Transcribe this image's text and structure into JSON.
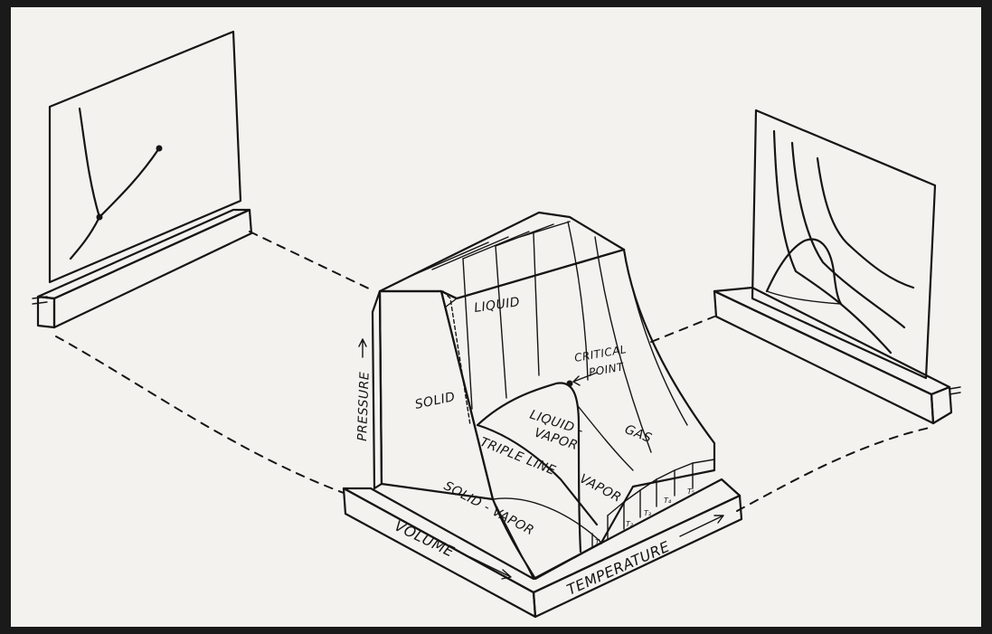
{
  "colors": {
    "background": "#f3f2ee",
    "border": "#1a1a1a",
    "ink": "#151515",
    "surface_face": "#fbfbf8"
  },
  "labels": {
    "liquid": "LIQUID",
    "solid": "SOLID",
    "critical_point_1": "CRITICAL",
    "critical_point_2": "POINT",
    "liquid_vapor_1": "LIQUID -",
    "liquid_vapor_2": "VAPOR",
    "triple_line": "TRIPLE LINE",
    "vapor": "VAPOR",
    "gas": "GAS",
    "solid_vapor": "SOLID - VAPOR",
    "pressure": "PRESSURE",
    "volume": "VOLUME",
    "temperature": "TEMPERATURE",
    "isotherms": [
      "T₁",
      "T₂",
      "T₃",
      "T₄",
      "T₅"
    ]
  }
}
